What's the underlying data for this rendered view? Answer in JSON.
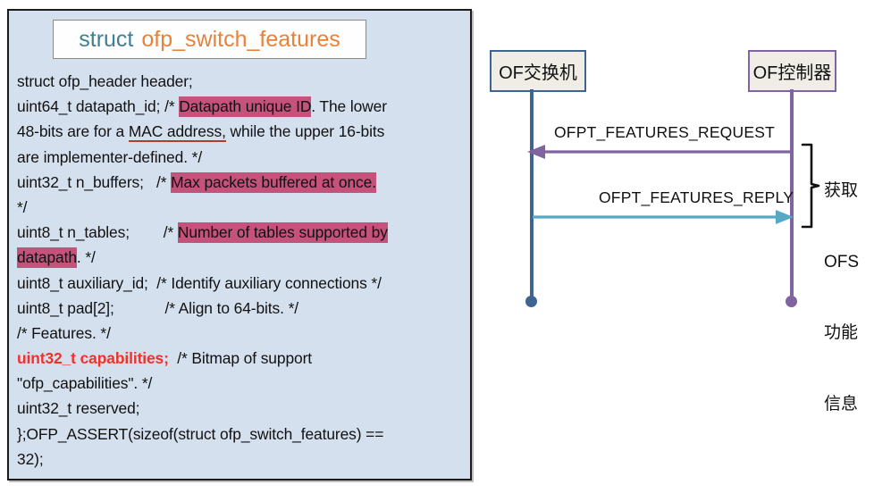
{
  "code_panel": {
    "title": {
      "keyword": "struct",
      "name": "ofp_switch_features"
    },
    "lines": [
      "struct ofp_header header;",
      "uint64_t datapath_id; /* ",
      "Datapath unique ID",
      ". The lower",
      "48-bits are for a ",
      "MAC address,",
      " while the upper 16-bits",
      "are implementer-defined. */",
      "uint32_t n_buffers;   /* ",
      "Max packets buffered at once.",
      "*/",
      "uint8_t n_tables;        /* ",
      "Number of tables supported by",
      "datapath",
      ". */",
      "uint8_t auxiliary_id;  /* Identify auxiliary connections */",
      "uint8_t pad[2];            /* Align to 64-bits. */",
      "/* Features. */",
      "uint32_t capabilities;",
      "  /* Bitmap of support",
      "\"ofp_capabilities\". */",
      "uint32_t reserved;",
      "};OFP_ASSERT(sizeof(struct ofp_switch_features) ==",
      "32);"
    ],
    "colors": {
      "panel_background": "#D5E0EF",
      "highlight": "#C4527A",
      "keyword": "#3F7F93",
      "struct_name": "#E8823A",
      "emphasis": "#F03228",
      "spellcheck_underline": "#B23C2E"
    }
  },
  "diagram": {
    "switch_node": "OF交换机",
    "controller_node": "OF控制器",
    "messages": [
      {
        "label": "OFPT_FEATURES_REQUEST",
        "direction": "controller-to-switch",
        "color": "#8064A2"
      },
      {
        "label": "OFPT_FEATURES_REPLY",
        "direction": "switch-to-controller",
        "color": "#56A8C6"
      }
    ],
    "annotation_lines": [
      "获取",
      "OFS",
      "功能",
      "信息"
    ],
    "colors": {
      "switch_border": "#3F6492",
      "controller_border": "#8064A2",
      "node_fill": "#EFEDE6",
      "request_arrow": "#8064A2",
      "reply_arrow": "#56A8C6",
      "brace": "#111111"
    }
  }
}
